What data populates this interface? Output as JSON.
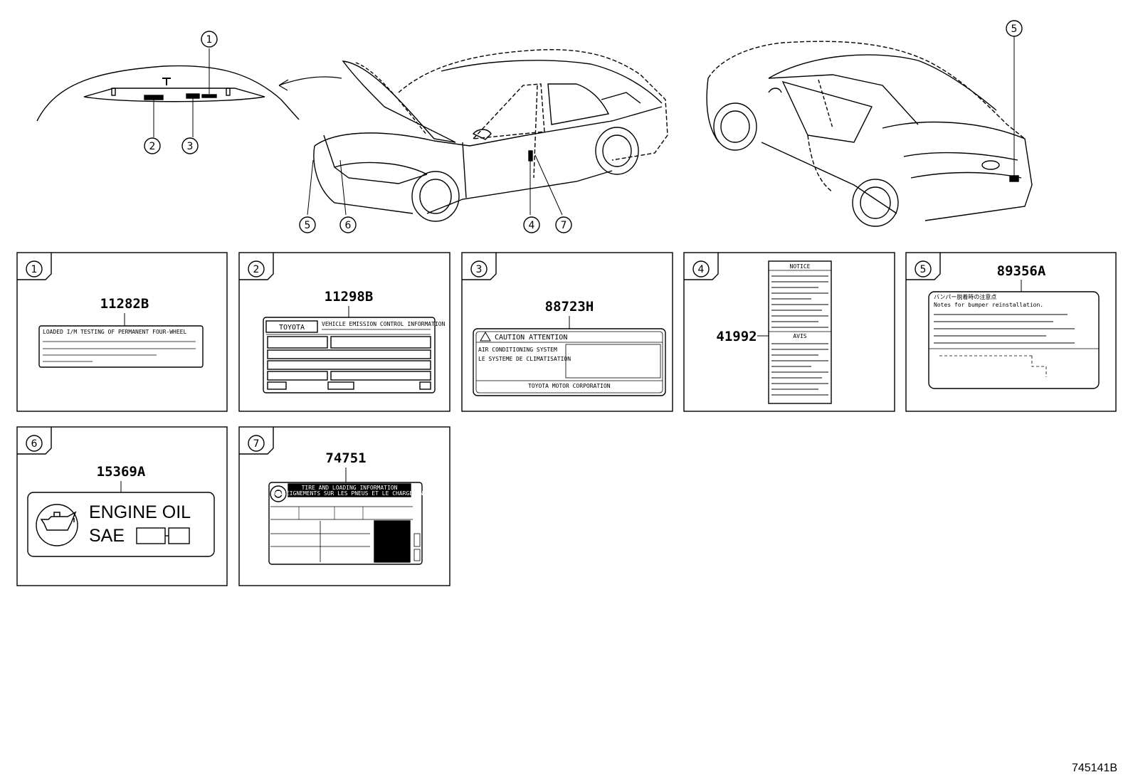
{
  "diagram": {
    "reference": "745141B",
    "callouts": {
      "hood_1": "1",
      "hood_2": "2",
      "hood_3": "3",
      "front_5": "5",
      "front_6": "6",
      "front_4": "4",
      "front_7": "7",
      "rear_5": "5"
    },
    "panels": [
      {
        "index": "1",
        "part": "11282B",
        "text": "LOADED I/M TESTING OF PERMANENT FOUR-WHEEL"
      },
      {
        "index": "2",
        "part": "11298B",
        "brand": "TOYOTA",
        "text": "VEHICLE EMISSION CONTROL INFORMATION"
      },
      {
        "index": "3",
        "part": "88723H",
        "header": "CAUTION  ATTENTION",
        "line1": "AIR CONDITIONING SYSTEM",
        "line2": "LE SYSTEME DE CLIMATISATION",
        "footer": "TOYOTA MOTOR CORPORATION"
      },
      {
        "index": "4",
        "part": "41992",
        "title": "NOTICE",
        "subtitle": "AVIS"
      },
      {
        "index": "5",
        "part": "89356A",
        "line1": "バンパー脱着時の注意点",
        "line2": "Notes for bumper reinstallation."
      },
      {
        "index": "6",
        "part": "15369A",
        "line1": "ENGINE  OIL",
        "line2": "SAE"
      },
      {
        "index": "7",
        "part": "74751",
        "line1": "TIRE AND LOADING INFORMATION",
        "line2": "RENSEIGNEMENTS SUR LES PNEUS ET LE CHARGEMENT"
      }
    ]
  }
}
